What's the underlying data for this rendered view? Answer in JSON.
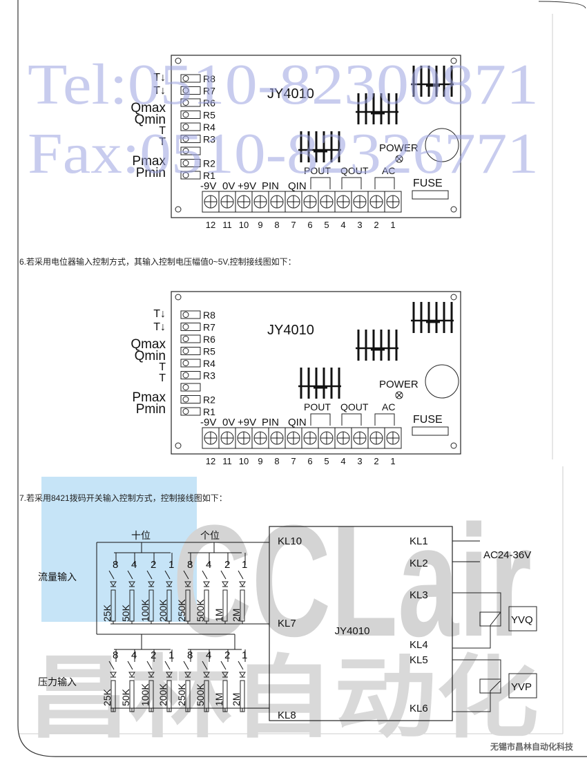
{
  "watermark": {
    "tel": "Tel:0510-82300871",
    "fax": "Fax:0510-82326771",
    "logo": "CCLair",
    "logo_cn": "昌林自动化"
  },
  "board": {
    "model": "JY4010",
    "side_labels": [
      "T↓",
      "T↓",
      "Qmax",
      "Qmin",
      "T",
      "T",
      "Pmax",
      "Pmin"
    ],
    "pots": [
      "R8",
      "R7",
      "R6",
      "R5",
      "R4",
      "R3",
      "",
      "R2",
      "R1"
    ],
    "terminal_labels": [
      "-9V",
      "0V",
      "+9V",
      "PIN",
      "QIN"
    ],
    "outputs": [
      "POUT",
      "QOUT",
      "AC"
    ],
    "power": "POWER",
    "fuse": "FUSE",
    "terminal_numbers": [
      "12",
      "11",
      "10",
      "9",
      "8",
      "7",
      "6",
      "5",
      "4",
      "3",
      "2",
      "1"
    ]
  },
  "section6": {
    "caption": "6.若采用电位器输入控制方式，其输入控制电压幅值0~5V,控制接线图如下："
  },
  "section7": {
    "caption": "7.若采用8421拨码开关输入控制方式，控制接线图如下：",
    "tens": "十位",
    "ones": "个位",
    "flow_input": "流量输入",
    "pressure_input": "压力输入",
    "weights": [
      "8",
      "4",
      "2",
      "1",
      "8",
      "4",
      "2",
      "1"
    ],
    "resistors": [
      "25K",
      "50K",
      "100K",
      "200K",
      "250K",
      "500K",
      "1M",
      "2M"
    ],
    "left_terminals": [
      "KL10",
      "KL7",
      "KL8"
    ],
    "right_terminals": [
      "KL1",
      "KL2",
      "KL3",
      "KL4",
      "KL5",
      "KL6"
    ],
    "model": "JY4010",
    "supply": "AC24-36V",
    "valves": [
      "YVQ",
      "YVP"
    ]
  },
  "footer": "无锡市昌林自动化科技"
}
